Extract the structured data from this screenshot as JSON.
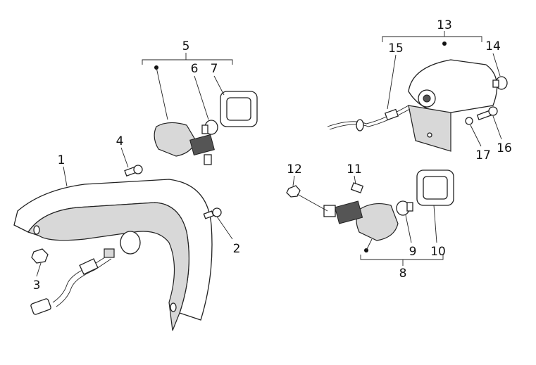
{
  "diagram": {
    "title": "Rear light / turn indicators exploded view",
    "labels": {
      "p1": "1",
      "p2": "2",
      "p3": "3",
      "p4": "4",
      "p5": "5",
      "p6": "6",
      "p7": "7",
      "p8": "8",
      "p9": "9",
      "p10": "10",
      "p11": "11",
      "p12": "12",
      "p13": "13",
      "p14": "14",
      "p15": "15",
      "p16": "16",
      "p17": "17"
    }
  }
}
